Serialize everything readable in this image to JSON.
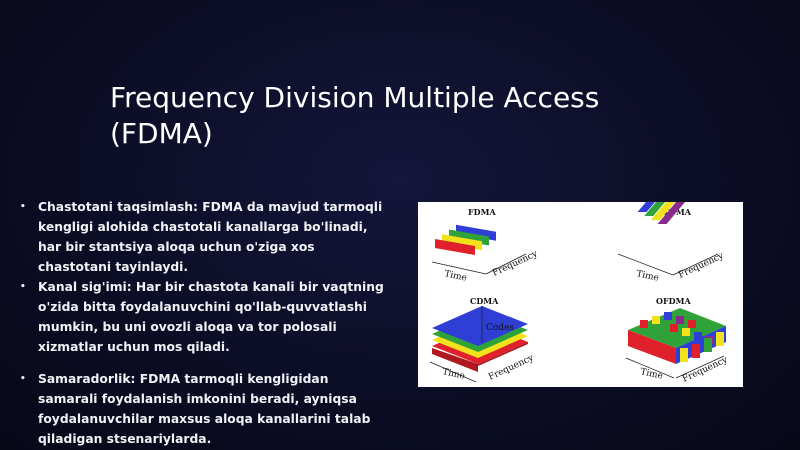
{
  "slide": {
    "title_line1": "Frequency Division Multiple Access",
    "title_line2": "(FDMA)",
    "bullets": [
      {
        "text": "Chastotani taqsimlash: FDMA da mavjud tarmoqli kengligi alohida chastotali kanallarga bo'linadi, har bir stantsiya aloqa uchun o'ziga xos chastotani tayinlaydi."
      },
      {
        "text": "Kanal sig'imi: Har bir chastota kanali bir vaqtning o'zida bitta foydalanuvchini qo'llab-quvvatlashi mumkin, bu uni ovozli aloqa va tor polosali xizmatlar uchun mos qiladi."
      },
      {
        "text": "Samaradorlik: FDMA tarmoqli kengligidan samarali foydalanish imkonini beradi, ayniqsa foydalanuvchilar maxsus aloqa kanallarini talab qiladigan stsenariylarda."
      }
    ],
    "bullet_glyph": "•"
  },
  "figure": {
    "panels": [
      {
        "caption": "FDMA",
        "time_label": "Time",
        "freq_label": "Frequency"
      },
      {
        "caption": "TDMA",
        "time_label": "Time",
        "freq_label": "Frequency"
      },
      {
        "caption": "CDMA",
        "time_label": "Time",
        "freq_label": "Frequency",
        "extra_label": "Codes"
      },
      {
        "caption": "OFDMA",
        "time_label": "Time",
        "freq_label": "Frequency"
      }
    ],
    "colors": {
      "red": "#e0202a",
      "yellow": "#f2e21c",
      "green": "#2fa33a",
      "blue": "#2f3fd6",
      "purple": "#8a2a8c"
    }
  }
}
